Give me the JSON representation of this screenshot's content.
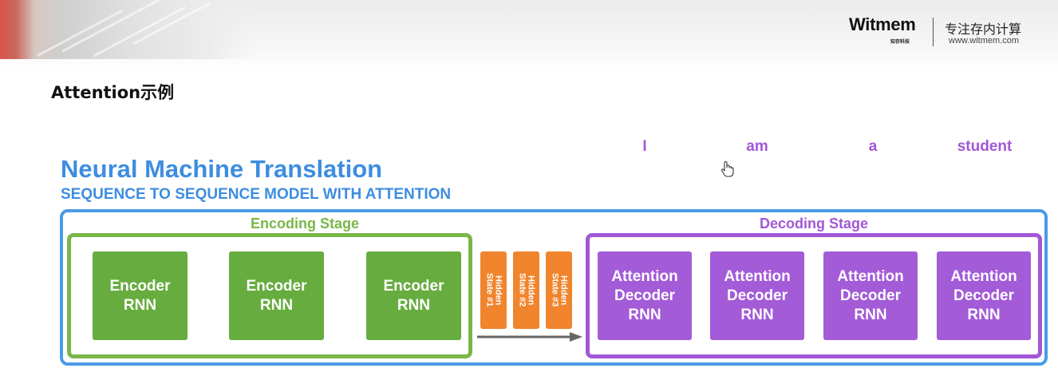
{
  "header": {
    "brand_logo": "Witmem",
    "brand_sub": "知存科技",
    "slogan": "专注存内计算",
    "url": "www.witmem.com"
  },
  "page_title": "Attention示例",
  "diagram": {
    "title": "Neural Machine Translation",
    "subtitle": "SEQUENCE TO SEQUENCE MODEL WITH ATTENTION",
    "output_words": [
      "I",
      "am",
      "a",
      "student"
    ],
    "encoding_stage": {
      "label": "Encoding Stage",
      "blocks": [
        "Encoder\nRNN",
        "Encoder\nRNN",
        "Encoder\nRNN"
      ]
    },
    "hidden_states": [
      "Hidden\nState #1",
      "Hidden\nState #2",
      "Hidden\nState #3"
    ],
    "decoding_stage": {
      "label": "Decoding Stage",
      "blocks": [
        "Attention\nDecoder\nRNN",
        "Attention\nDecoder\nRNN",
        "Attention\nDecoder\nRNN",
        "Attention\nDecoder\nRNN"
      ]
    },
    "colors": {
      "title_blue": "#3d8de0",
      "encoder_green": "#67ac3f",
      "hidden_orange": "#f0852d",
      "decoder_purple": "#a35bd8"
    }
  }
}
